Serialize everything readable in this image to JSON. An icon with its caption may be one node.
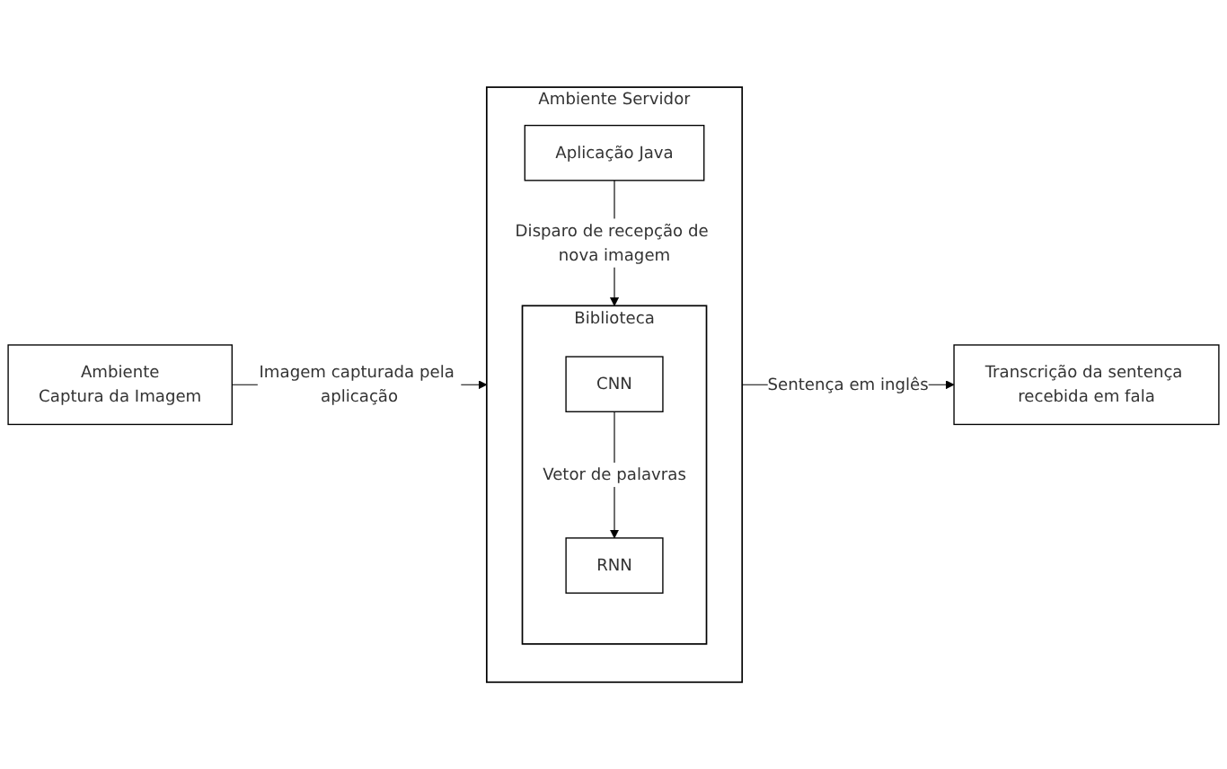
{
  "diagram": {
    "nodes": [
      {
        "text": [
          "Ambiente",
          "Captura da Imagem"
        ]
      },
      {
        "text": [
          "Ambiente Servidor"
        ]
      },
      {
        "text": [
          "Aplicação Java"
        ],
        "in": 1
      },
      {
        "text": [
          "Biblioteca"
        ],
        "in": 1
      },
      {
        "text": [
          "CNN"
        ],
        "in": 3
      },
      {
        "text": [
          "RNN"
        ],
        "in": 3
      },
      {
        "text": [
          "Transcrição da sentença recebida em fala"
        ]
      }
    ],
    "edges": [
      {
        "from": 0,
        "to": 1,
        "arrow": "to",
        "label": "Imagem capturada pela aplicação"
      },
      {
        "from": 2,
        "to": 3,
        "arrow": "to",
        "label": "Disparo de recepção de nova imagem"
      },
      {
        "from": 4,
        "to": 5,
        "arrow": "to",
        "label": "Vetor de palavras"
      },
      {
        "from": 1,
        "to": 6,
        "arrow": "to",
        "label": "Sentença em inglês"
      }
    ]
  }
}
